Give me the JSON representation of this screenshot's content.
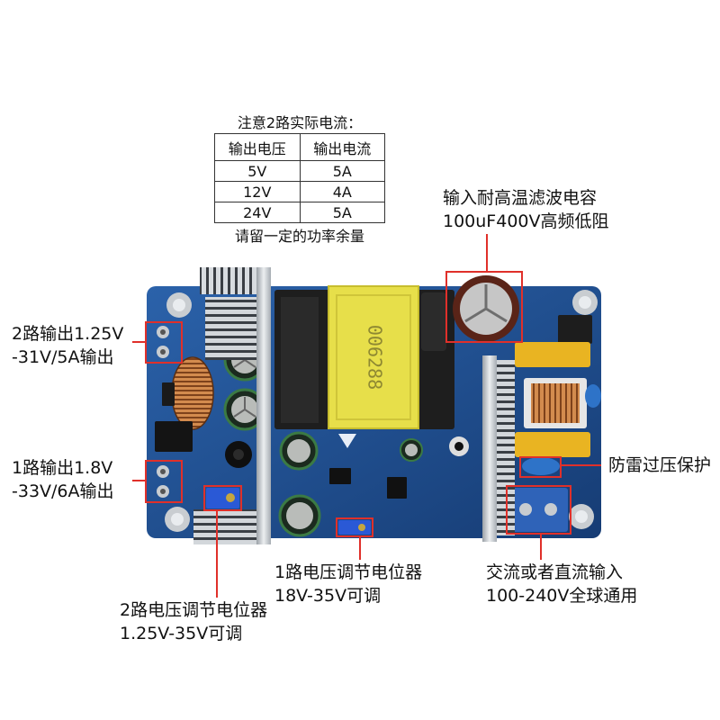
{
  "current_table": {
    "title": "注意2路实际电流：",
    "headers": [
      "输出电压",
      "输出电流"
    ],
    "rows": [
      [
        "5V",
        "5A"
      ],
      [
        "12V",
        "4A"
      ],
      [
        "24V",
        "5A"
      ]
    ],
    "note": "请留一定的功率余量"
  },
  "annotations": {
    "input_capacitor": {
      "line1": "输入耐高温滤波电容",
      "line2": "100uF400V高频低阻"
    },
    "output2": {
      "line1": "2路输出1.25V",
      "line2": "-31V/5A输出"
    },
    "output1": {
      "line1": "1路输出1.8V",
      "line2": "-33V/6A输出"
    },
    "surge_protection": {
      "line1": "防雷过压保护"
    },
    "pot1": {
      "line1": "1路电压调节电位器",
      "line2": "18V-35V可调"
    },
    "ac_dc_input": {
      "line1": "交流或者直流输入",
      "line2": "100-240V全球通用"
    },
    "pot2": {
      "line1": "2路电压调节电位器",
      "line2": "1.25V-35V可调"
    }
  },
  "pcb": {
    "transformer_marking": "006288"
  },
  "colors": {
    "callout_red": "#e0302a",
    "board_blue": "#1d4f8e",
    "transformer_yellow": "#e6de4c",
    "heatsink_silver": "#d3d7db"
  }
}
